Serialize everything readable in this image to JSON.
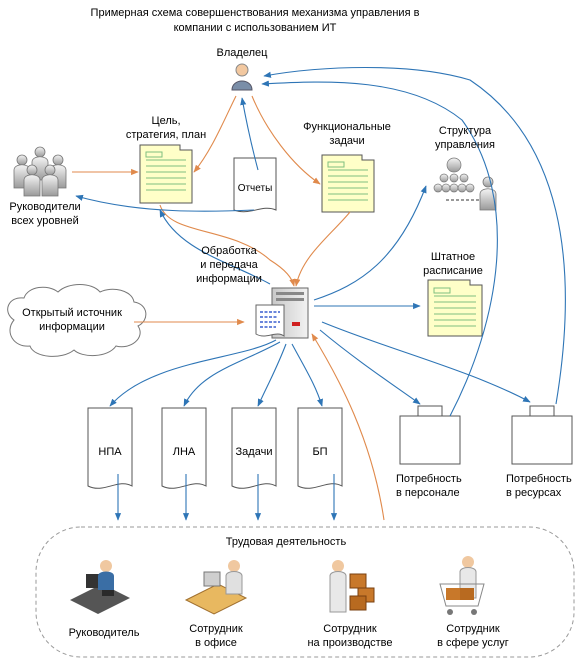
{
  "title": "Примерная схема совершенствования механизма управления в\nкомпании с использованием ИТ",
  "nodes": {
    "owner": "Владелец",
    "goals": "Цель,\nстратегия, план",
    "functional_tasks": "Функциональные\nзадачи",
    "structure": "Структура\nуправления",
    "managers_all": "Руководители\nвсех уровней",
    "reports": "Отчеты",
    "processing": "Обработка\nи передача\nинформации",
    "staffing": "Штатное\nрасписание",
    "open_source": "Открытый источник\nинформации",
    "npa": "НПА",
    "lna": "ЛНА",
    "tasks": "Задачи",
    "bp": "БП",
    "staff_need": "Потребность\nв персонале",
    "resource_need": "Потребность\nв ресурсах",
    "work_activity": "Трудовая деятельность",
    "manager": "Руководитель",
    "office_employee": "Сотрудник\nв офисе",
    "production_employee": "Сотрудник\nна производстве",
    "service_employee": "Сотрудник\nв сфере услуг"
  },
  "colors": {
    "blue_arrow": "#2e75b6",
    "orange_arrow": "#e08a4c",
    "doc_fill": "#ffffc8",
    "doc_lines": "#7fbf7f",
    "icon_gray": "#9a9a9a"
  }
}
